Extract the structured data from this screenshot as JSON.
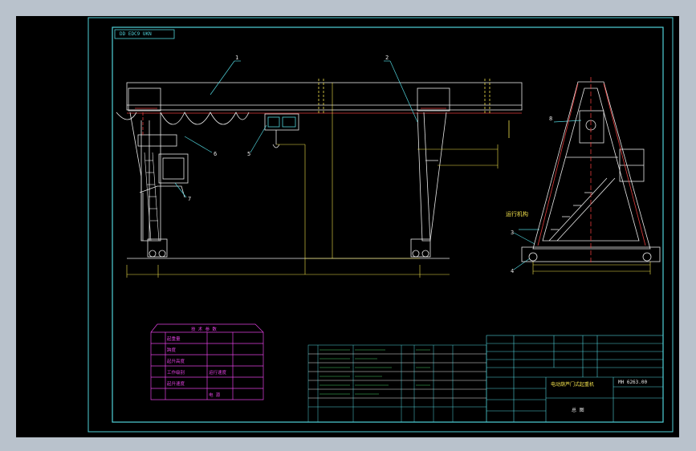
{
  "drawing": {
    "title_box": "DD EDC9 UKN",
    "part_numbers": [
      "1",
      "2",
      "3",
      "4",
      "5",
      "6",
      "7",
      "8"
    ],
    "side_label": "运行机构",
    "title_block_name": "电动葫芦门式起重机",
    "title_block_sub": "总  图",
    "drawing_no": "MH 6263.00"
  },
  "tech_table": {
    "title": "技 术 参 数",
    "rows": [
      "起重量",
      "跨度",
      "起升高度",
      "工作级别",
      "起升速度",
      "运行速度",
      "电  源"
    ]
  },
  "colors": {
    "background": "#000000",
    "frame": "#4fd1d9",
    "geometry": "#e8e8e8",
    "centerline": "#e03a3a",
    "dimension": "#f2e14b",
    "tech_table": "#e040e0",
    "hatch": "#4ad06a",
    "outer_bg": "#b9c2cc"
  }
}
